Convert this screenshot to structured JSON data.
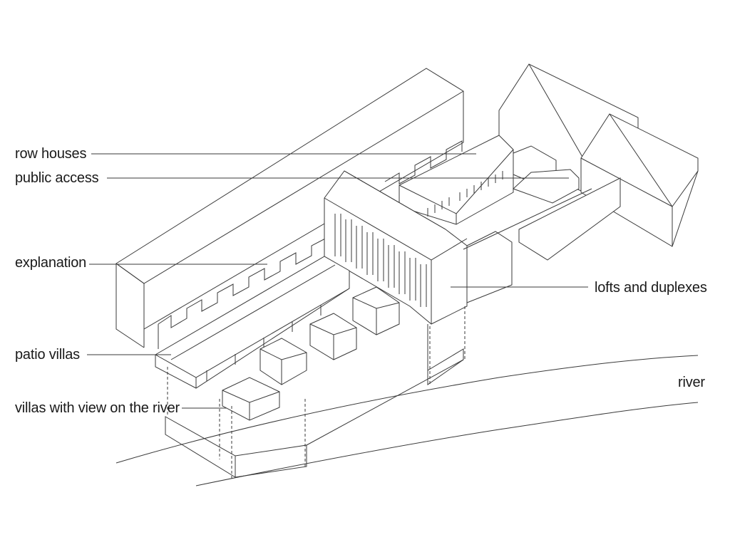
{
  "labels": {
    "row_houses": "row houses",
    "public_access": "public access",
    "explanation": "explanation",
    "patio_villas": "patio villas",
    "villas_river": "villas with view on the river",
    "lofts": "lofts and duplexes",
    "river": "river"
  },
  "colors": {
    "line": "#3a3a3a",
    "text": "#1a1a1a",
    "background": "#ffffff"
  }
}
